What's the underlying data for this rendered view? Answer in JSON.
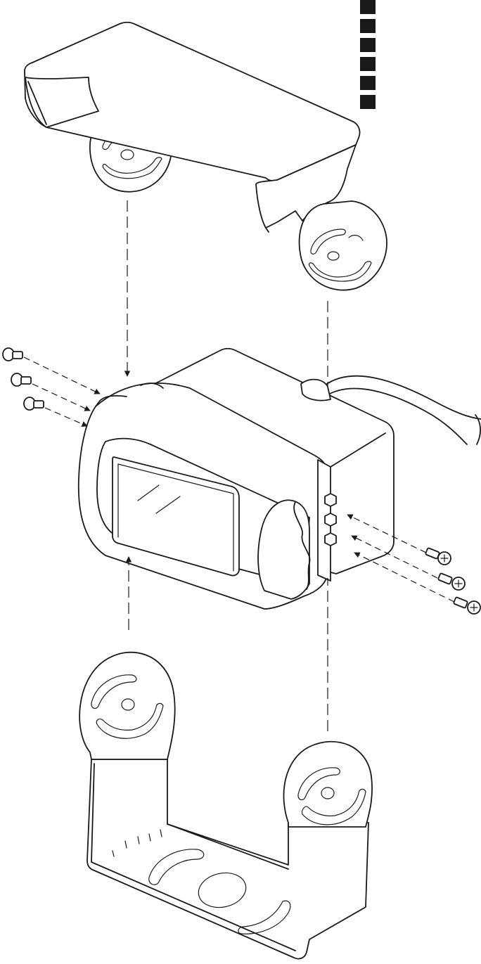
{
  "diagram": {
    "subject": "camera-mount-exploded-view",
    "parts": [
      {
        "id": "sun-shield",
        "icon": "sun-shield-hood"
      },
      {
        "id": "camera-housing",
        "icon": "camera-body"
      },
      {
        "id": "lens-window",
        "icon": "lens-glass"
      },
      {
        "id": "camera-cable",
        "icon": "cable"
      },
      {
        "id": "u-bracket",
        "icon": "mounting-bracket"
      },
      {
        "id": "left-screws",
        "count": 3,
        "icon": "screw"
      },
      {
        "id": "right-screws",
        "count": 3,
        "icon": "phillips-screw"
      }
    ],
    "section_tabs": {
      "count": 6,
      "color": "#1a1a1a"
    },
    "line_color": "#1a1a1a",
    "background": "#ffffff"
  }
}
